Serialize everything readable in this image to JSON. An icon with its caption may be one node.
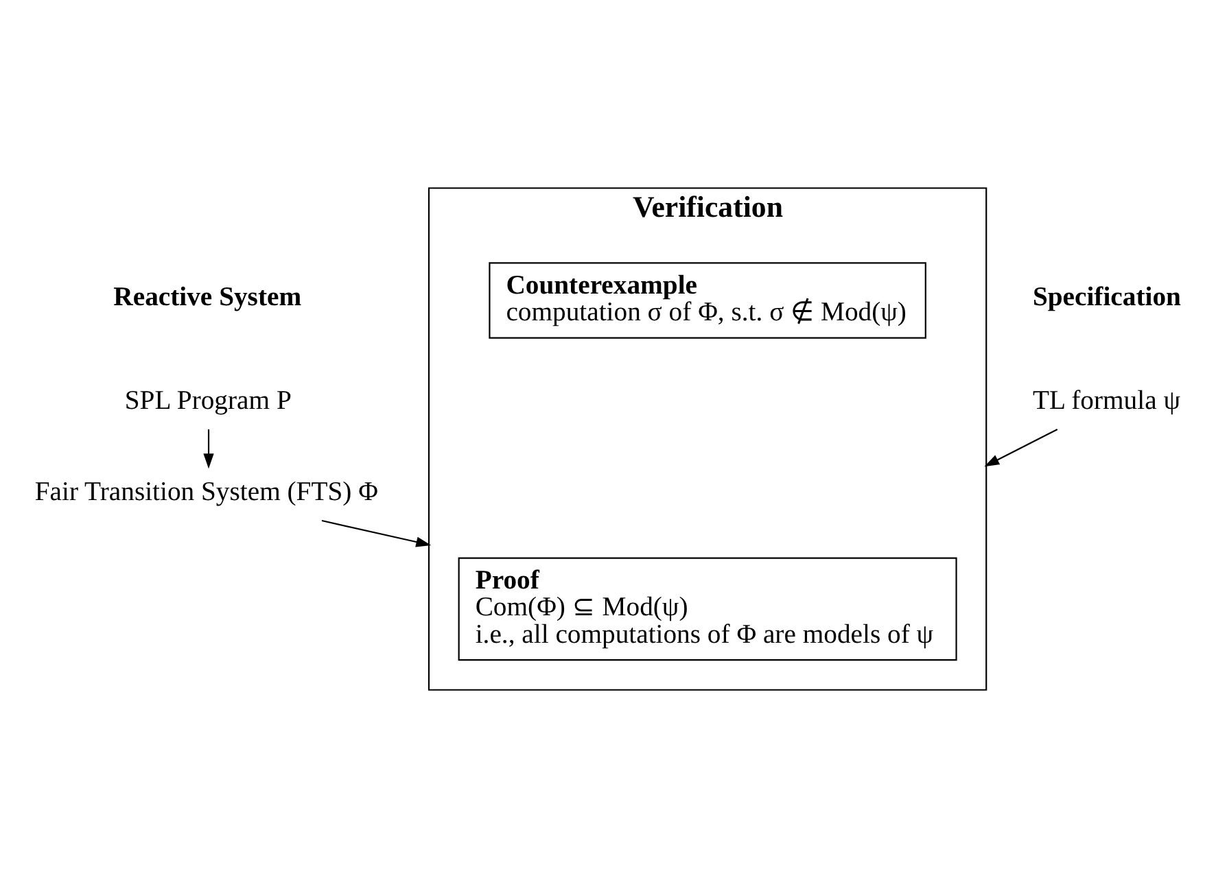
{
  "diagram": {
    "nodes": [
      {
        "text": [
          "SPL Program P"
        ]
      },
      {
        "text": [
          "Fair Transition System (FTS) Φ"
        ]
      },
      {
        "text": [
          "TL formula ψ"
        ]
      },
      {
        "text": [
          "Verification"
        ]
      },
      {
        "text": [
          "Proof",
          "Com(Φ) ⊆ Mod(ψ)",
          "i.e., all computations of Φ are models of ψ"
        ],
        "in": 3
      },
      {
        "text": [
          "Counterexample",
          "computation σ of Φ, s.t. σ ∉ Mod(ψ)"
        ],
        "in": 3
      }
    ],
    "edges": [
      {
        "from": 0,
        "to": 1,
        "arrow": "to"
      },
      {
        "from": 1,
        "to": 3,
        "arrow": "to"
      },
      {
        "from": 2,
        "to": 3,
        "arrow": "to"
      }
    ],
    "labels": [
      "Reactive System",
      "Specification"
    ]
  }
}
